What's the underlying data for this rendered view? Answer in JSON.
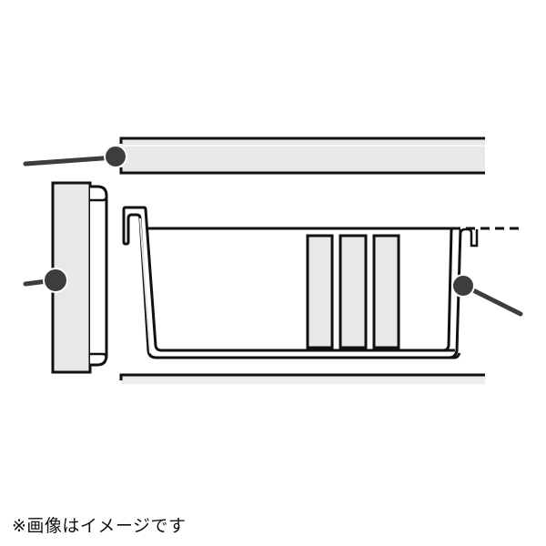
{
  "caption": "※画像はイメージです",
  "colors": {
    "outline": "#111111",
    "panel_fill": "#e8e8e8",
    "callout": "#3d3d3d",
    "background": "#ffffff"
  },
  "parts": [
    {
      "id": "top-shelf",
      "callout": true
    },
    {
      "id": "side-panel",
      "callout": true
    },
    {
      "id": "hanging-basket",
      "callout": true
    },
    {
      "id": "dividers",
      "count": 3
    },
    {
      "id": "bottom-shelf",
      "callout": false
    }
  ]
}
